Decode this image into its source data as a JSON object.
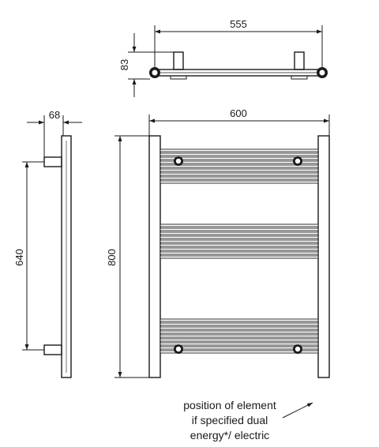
{
  "dimensions": {
    "top_width": "555",
    "top_depth": "83",
    "side_depth": "68",
    "centres": "640",
    "front_width": "600",
    "front_height": "800"
  },
  "note": {
    "line1": "position of element",
    "line2": "if specified dual",
    "line3": "energy*/ electric"
  }
}
